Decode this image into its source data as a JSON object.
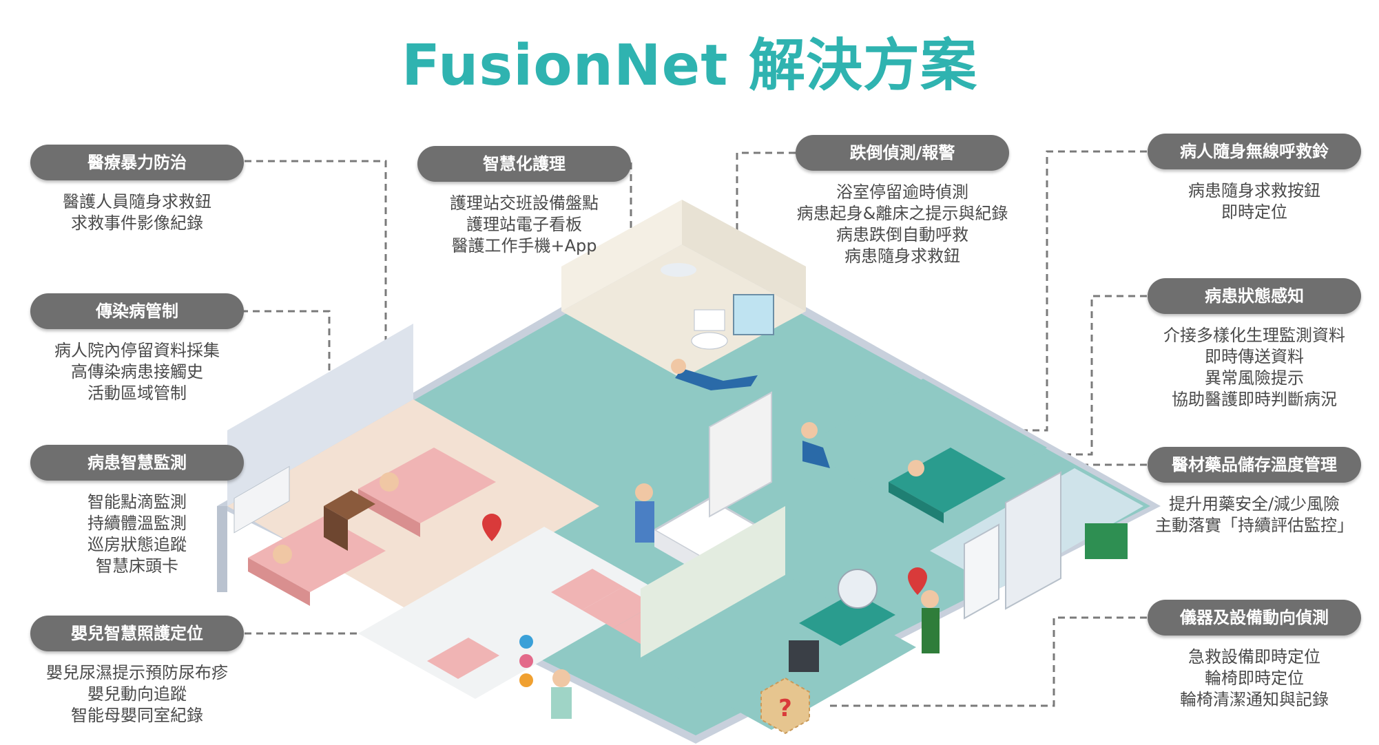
{
  "title": "FusionNet 解決方案",
  "features": {
    "violence": {
      "title": "醫療暴力防治",
      "lines": [
        "醫護人員隨身求救鈕",
        "求救事件影像紀錄"
      ]
    },
    "infection": {
      "title": "傳染病管制",
      "lines": [
        "病人院內停留資料採集",
        "高傳染病患接觸史",
        "活動區域管制"
      ]
    },
    "monitor": {
      "title": "病患智慧監測",
      "lines": [
        "智能點滴監測",
        "持續體溫監測",
        "巡房狀態追蹤",
        "智慧床頭卡"
      ]
    },
    "infant": {
      "title": "嬰兒智慧照護定位",
      "lines": [
        "嬰兒尿濕提示預防尿布疹",
        "嬰兒動向追蹤",
        "智能母嬰同室紀錄"
      ]
    },
    "nursing": {
      "title": "智慧化護理",
      "lines": [
        "護理站交班設備盤點",
        "護理站電子看板",
        "醫護工作手機+App"
      ]
    },
    "fall": {
      "title": "跌倒偵測/報警",
      "lines": [
        "浴室停留逾時偵測",
        "病患起身&離床之提示與紀錄",
        "病患跌倒自動呼救",
        "病患隨身求救鈕"
      ]
    },
    "callbell": {
      "title": "病人隨身無線呼救鈴",
      "lines": [
        "病患隨身求救按鈕",
        "即時定位"
      ]
    },
    "status": {
      "title": "病患狀態感知",
      "lines": [
        "介接多樣化生理監測資料",
        "即時傳送資料",
        "異常風險提示",
        "協助醫護即時判斷病況"
      ]
    },
    "storage": {
      "title": "醫材藥品儲存溫度管理",
      "lines": [
        "提升用藥安全/減少風險",
        "主動落實「持續評估監控」"
      ]
    },
    "equipment": {
      "title": "儀器及設備動向偵測",
      "lines": [
        "急救設備即時定位",
        "輪椅即時定位",
        "輪椅清潔通知與記錄"
      ]
    }
  },
  "scene": {
    "question_mark": "?",
    "colors": {
      "teal": "#2fb3b0",
      "floor": "#8fc9c4",
      "wall": "#d6dde8",
      "pill": "#6f6f6f",
      "pink": "#f0b4b4"
    }
  }
}
